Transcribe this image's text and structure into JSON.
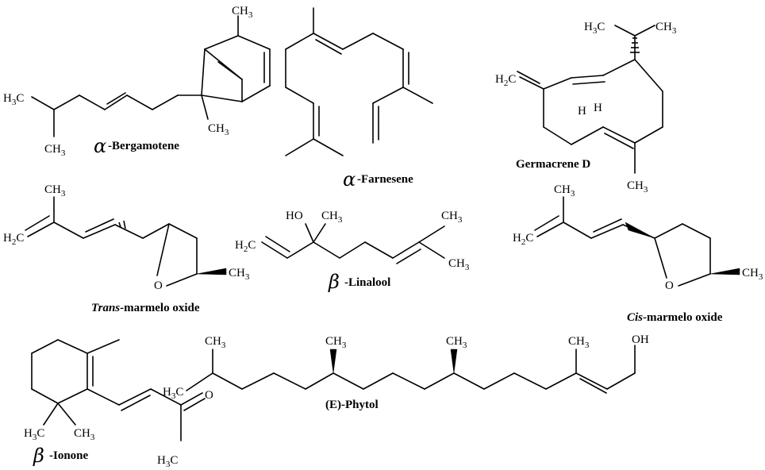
{
  "atoms": {
    "ch3": "CH3",
    "h3c": "H3C",
    "h2c": "H2C",
    "ho": "HO",
    "oh": "OH",
    "o": "O",
    "h": "H"
  },
  "molecules": [
    {
      "id": "bergamotene",
      "prefix": "α",
      "name": "-Bergamotene"
    },
    {
      "id": "farnesene",
      "prefix": "α",
      "name": "-Farnesene"
    },
    {
      "id": "germacrene",
      "name": "Germacrene D"
    },
    {
      "id": "trans-marmelo",
      "prefix_italic": "Trans",
      "name": "-marmelo oxide"
    },
    {
      "id": "linalool",
      "prefix": "β",
      "name": "-Linalool"
    },
    {
      "id": "cis-marmelo",
      "prefix_italic": "Cis",
      "name": "-marmelo oxide"
    },
    {
      "id": "ionone",
      "prefix": "β",
      "name": "-Ionone"
    },
    {
      "id": "phytol",
      "name": "(E)-Phytol"
    }
  ]
}
